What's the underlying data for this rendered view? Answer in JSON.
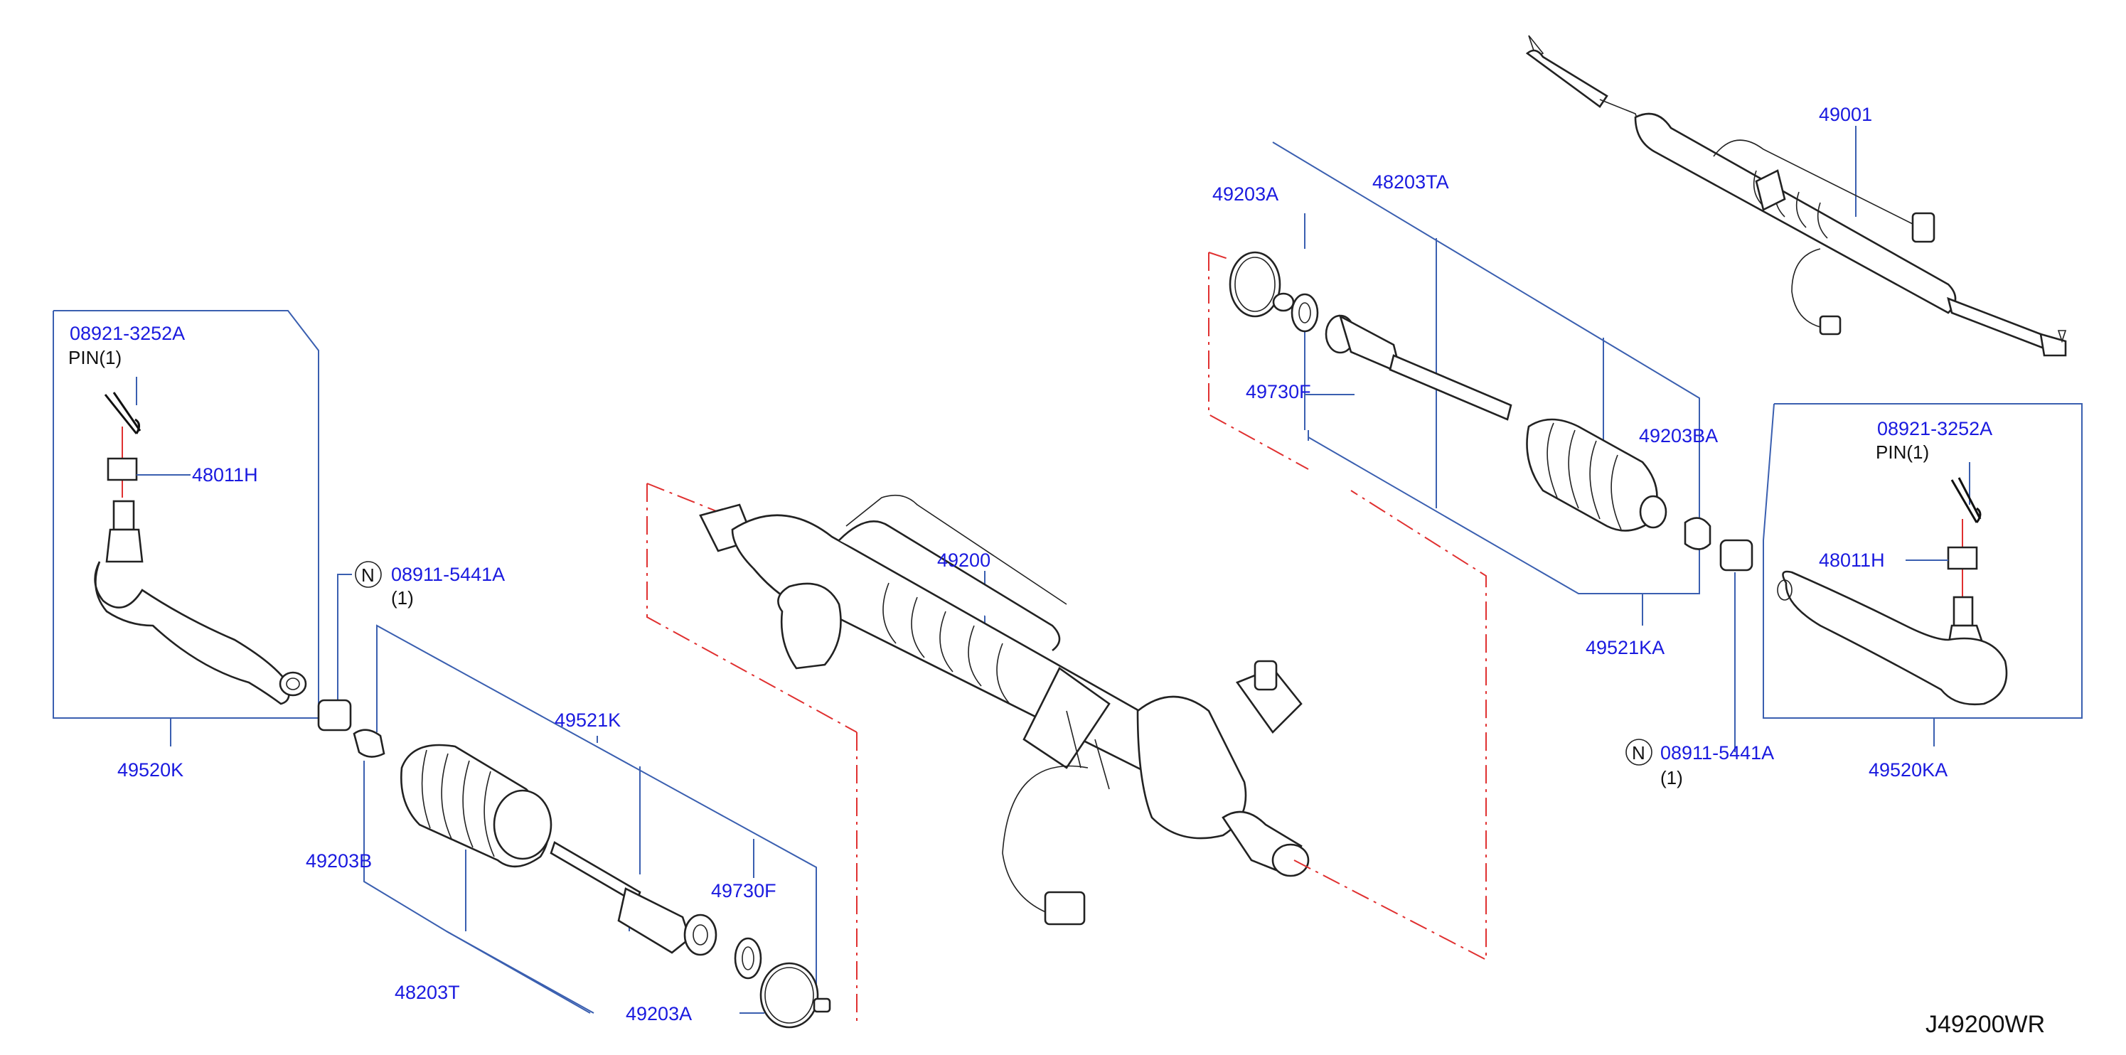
{
  "labels": {
    "pin_left": "08921-3252A",
    "pin_left_note": "PIN(1)",
    "nut_left": "48011H",
    "tie_rod_end_left": "49520K",
    "nut_n_left": "08911-5441A",
    "nut_n_left_qty": "(1)",
    "n_symbol": "N",
    "boot_clamp_left": "49203B",
    "boot_kit_left": "49521K",
    "inner_rod_left": "48203T",
    "ring_left": "49730F",
    "clamp_left": "49203A",
    "gear_assy": "49200",
    "clamp_right": "49203A",
    "inner_rod_right": "48203TA",
    "ring_right": "49730F",
    "boot_clamp_right": "49203BA",
    "boot_kit_right": "49521KA",
    "steering_assy": "49001",
    "pin_right": "08921-3252A",
    "pin_right_note": "PIN(1)",
    "nut_right": "48011H",
    "tie_rod_end_right": "49520KA",
    "nut_n_right": "08911-5441A",
    "nut_n_right_qty": "(1)",
    "diagram_code": "J49200WR"
  }
}
